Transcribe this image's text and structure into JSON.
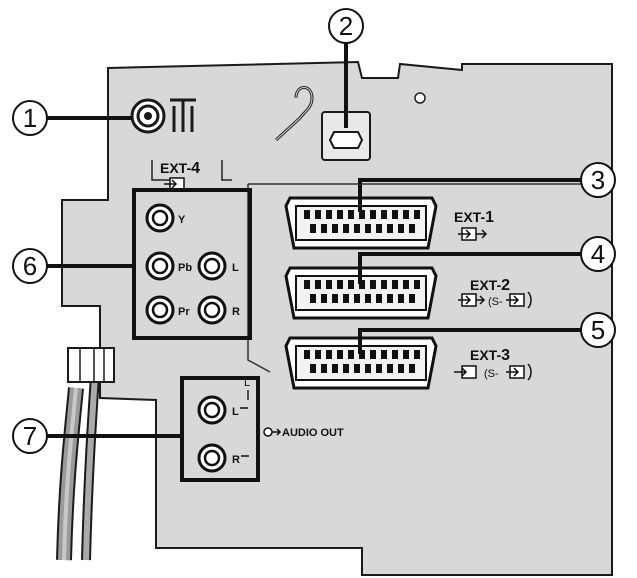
{
  "callouts": [
    "1",
    "2",
    "3",
    "4",
    "5",
    "6",
    "7"
  ],
  "ext4": {
    "prefix": "EXT-",
    "number": "4",
    "jacks": [
      "Y",
      "Pb",
      "L",
      "Pr",
      "R"
    ]
  },
  "scart": [
    {
      "prefix": "EXT-",
      "number": "1",
      "sub": ""
    },
    {
      "prefix": "EXT-",
      "number": "2",
      "sub": "(S-"
    },
    {
      "prefix": "EXT-",
      "number": "3",
      "sub": "(S-"
    }
  ],
  "audio_out": {
    "jacks": [
      "L",
      "R"
    ],
    "label": "AUDIO OUT",
    "top_mark": "L"
  },
  "colors": {
    "panel": "#d8d8d8",
    "outline": "#1a1a1a",
    "background": "#ffffff"
  }
}
